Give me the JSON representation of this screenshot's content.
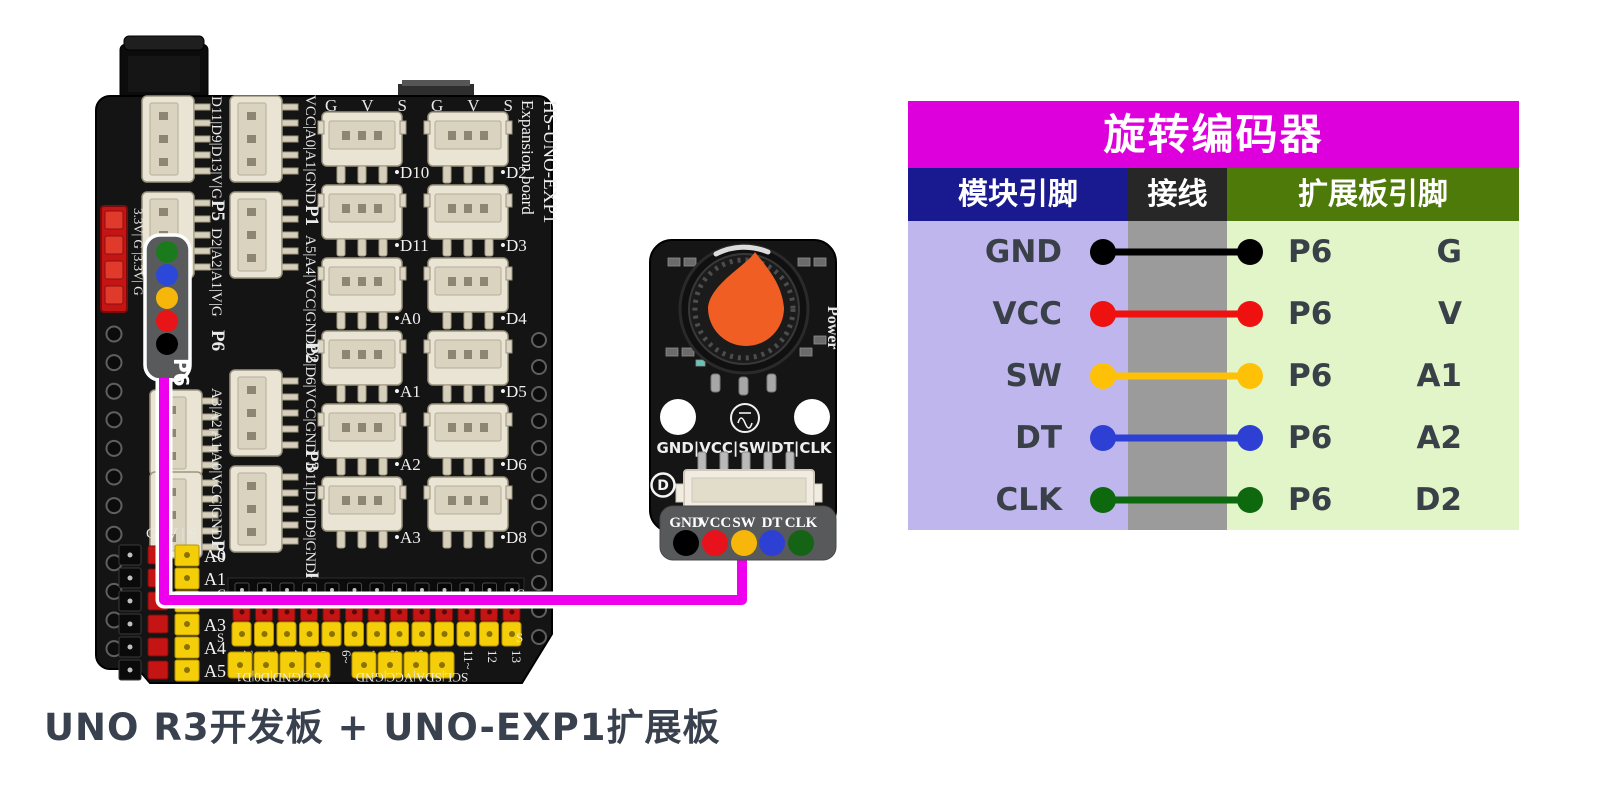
{
  "caption": "UNO R3开发板 + UNO-EXP1扩展板",
  "colors": {
    "background": "#ffffff",
    "board_pcb": "#141414",
    "connector_beige": "#eae4d4",
    "pin_yellow": "#f5ce0a",
    "pin_red": "#c41414",
    "wire_magenta": "#ee00ee",
    "table_title_bg": "#de00dc",
    "table_header_module_bg": "#1a1a90",
    "table_header_wiring_bg": "#272727",
    "table_header_expansion_bg": "#4d7a08",
    "table_body_module_bg": "#beb6ec",
    "table_body_wiring_bg": "#9b9b9b",
    "table_body_expansion_bg": "#e1f5c9",
    "table_text": "#3a4048",
    "caption_text": "#3a414e"
  },
  "board": {
    "title_vertical_1": "HS-UNO-EXP1",
    "title_vertical_2": "Expansion board",
    "gvs_header": "G V S",
    "grid_labels": [
      [
        "•D10",
        "•D2"
      ],
      [
        "•D11",
        "•D3"
      ],
      [
        "•A0",
        "•D4"
      ],
      [
        "•A1",
        "•D5"
      ],
      [
        "•A2",
        "•D6"
      ],
      [
        "•A3",
        "•D8"
      ]
    ],
    "side_labels_inner": [
      {
        "pins": "VCC|A0|A1|GND",
        "port": "P1"
      },
      {
        "pins": "A5|A4|VCC|GND",
        "port": "P2"
      },
      {
        "pins": "D5|D6|VCC|GND",
        "port": "P3"
      },
      {
        "pins": "D11|D10|D9|GND",
        "port": "P4"
      }
    ],
    "side_labels_outer": [
      {
        "pins": "D11|D9|D13|V|G",
        "port": "P5"
      },
      {
        "pins": "D2|A2|A1|V|G",
        "port": "P6"
      },
      {
        "pins": "A3|A2|A1|A0|VCC|GND",
        "port": "P7"
      }
    ],
    "power_pins_label": "3.3V| G |3.3V| G",
    "analog_header": "G | V | S",
    "analog_labels": [
      "A0",
      "A1",
      "A2",
      "A3",
      "A4",
      "A5"
    ],
    "digital_pin_numbers": [
      "2",
      "3~",
      "4",
      "5~",
      "6~",
      "7",
      "8",
      "9~",
      "10~",
      "11~",
      "12",
      "13"
    ],
    "strip_letter_g": "G",
    "strip_letter_s": "S",
    "bottom_silkscreen_1": "VCC|GND|D0|D1",
    "bottom_silkscreen_2": "SCL|SDA|VCC|GND",
    "p6_callout": {
      "label": "P6",
      "dot_colors": [
        "#1b7a1b",
        "#2b48d8",
        "#f6b70a",
        "#e81417",
        "#000000"
      ]
    }
  },
  "encoder": {
    "silkscreen_pins": "GND|VCC|SW|DT|CLK",
    "power_label": "Power",
    "logo_letter": "D",
    "pin_labels": [
      "GND",
      "VCC",
      "SW",
      "DT",
      "CLK"
    ],
    "pin_colors": [
      "#000000",
      "#e8121d",
      "#f6b70a",
      "#2e40d4",
      "#156415"
    ]
  },
  "wiring_table": {
    "title": "旋转编码器",
    "columns": [
      "模块引脚",
      "接线",
      "扩展板引脚"
    ],
    "rows": [
      {
        "module_pin": "GND",
        "wire_color": "#000000",
        "port": "P6",
        "board_pin": "G"
      },
      {
        "module_pin": "VCC",
        "wire_color": "#ef1010",
        "port": "P6",
        "board_pin": "V"
      },
      {
        "module_pin": "SW",
        "wire_color": "#fec107",
        "port": "P6",
        "board_pin": "A1"
      },
      {
        "module_pin": "DT",
        "wire_color": "#2e40d4",
        "port": "P6",
        "board_pin": "A2"
      },
      {
        "module_pin": "CLK",
        "wire_color": "#0e680e",
        "port": "P6",
        "board_pin": "D2"
      }
    ]
  }
}
